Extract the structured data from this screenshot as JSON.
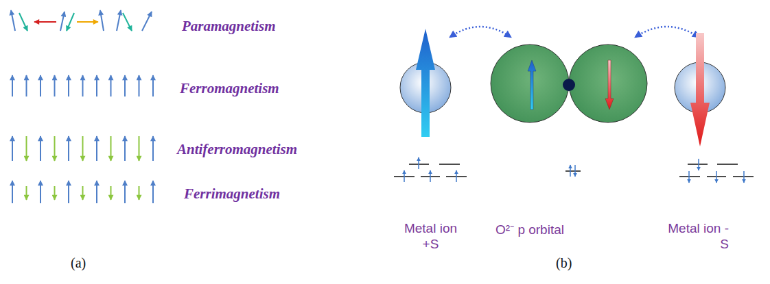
{
  "diagram": {
    "labels": [
      "Paramagnetism",
      "Ferromagnetism",
      "Antiferromagnetism",
      "Ferrimagnetism",
      "Metal ion +S",
      "O²⁻ p orbital",
      "Metal ion -S",
      "(a)",
      "(b)"
    ]
  }
}
